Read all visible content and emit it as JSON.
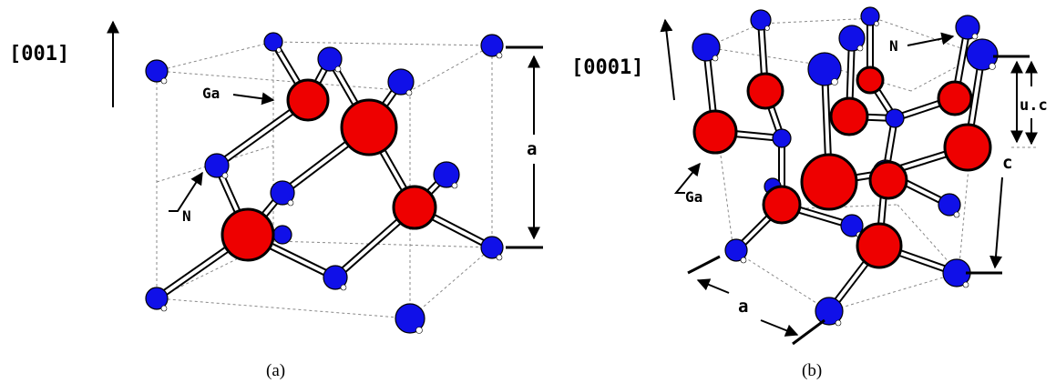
{
  "panel_a": {
    "direction_label": "[001]",
    "ga_label": "Ga",
    "n_label": "N",
    "lattice_label": "a",
    "caption": "(a)"
  },
  "panel_b": {
    "direction_label": "[0001]",
    "ga_label": "Ga",
    "n_label": "N",
    "uc_label": "u.c",
    "c_label": "c",
    "a_label": "a",
    "caption": "(b)"
  },
  "colors": {
    "gallium": "#ee0000",
    "nitrogen": "#1010e8",
    "bond": "#ffffff"
  }
}
